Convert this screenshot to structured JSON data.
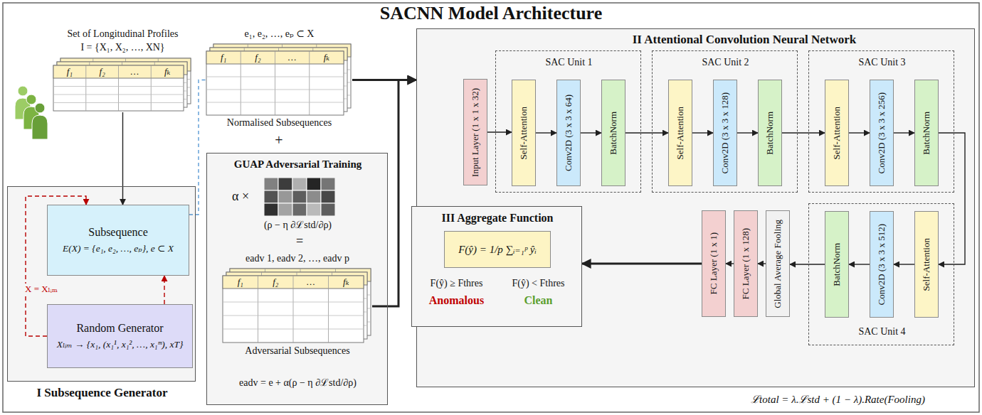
{
  "diagram": {
    "title": "SACNN Model Architecture",
    "nodes": [
      {
        "text": [
          "Set of Longitudinal Profiles",
          "I = {X₁, X₂, …, XN}",
          "f₁",
          "f₂",
          "…",
          "fₖ"
        ]
      },
      {
        "text": [
          "I Subsequence Generator"
        ]
      },
      {
        "text": [
          "Subsequence",
          "E(X) = {e₁, e₂, …, eₚ}, e ⊂ X"
        ],
        "in": 1
      },
      {
        "text": [
          "Random Generator",
          "Xₗᵢₘ → {x₁, (x₁¹, x₁², …, x₁ᵐ), xT}"
        ],
        "in": 1
      },
      {
        "text": [
          "e₁, e₂, …, eₚ ⊂ X",
          "f₁",
          "f₂",
          "…",
          "fₖ",
          "Normalised Subsequences"
        ]
      },
      {
        "text": [
          "GUAP Adversarial Training",
          "α ×",
          "(ρ − η ∂ℒstd/∂ρ)",
          "=",
          "eadv = e + α(ρ − η ∂ℒstd/∂ρ)"
        ]
      },
      {
        "text": [
          "eadv 1, eadv 2, …, eadv p",
          "f₁",
          "f₂",
          "…",
          "fₖ",
          "Adversarial Subsequences"
        ],
        "in": 5
      },
      {
        "text": [
          "II Attentional Convolution Neural Network"
        ]
      },
      {
        "text": [
          "Input Layer (1 x 1 x 32)"
        ],
        "in": 7
      },
      {
        "text": [
          "SAC Unit 1"
        ],
        "in": 7
      },
      {
        "text": [
          "Self-Attention"
        ],
        "in": 9
      },
      {
        "text": [
          "Conv2D (3 x 3 x 64)"
        ],
        "in": 9
      },
      {
        "text": [
          "BatchNorm"
        ],
        "in": 9
      },
      {
        "text": [
          "SAC Unit 2"
        ],
        "in": 7
      },
      {
        "text": [
          "Self-Attention"
        ],
        "in": 13
      },
      {
        "text": [
          "Conv2D (3 x 3 x 128)"
        ],
        "in": 13
      },
      {
        "text": [
          "BatchNorm"
        ],
        "in": 13
      },
      {
        "text": [
          "SAC Unit 3"
        ],
        "in": 7
      },
      {
        "text": [
          "Self-Attention"
        ],
        "in": 17
      },
      {
        "text": [
          "Conv2D (3 x 3 x 256)"
        ],
        "in": 17
      },
      {
        "text": [
          "BatchNorm"
        ],
        "in": 17
      },
      {
        "text": [
          "SAC Unit 4"
        ],
        "in": 7
      },
      {
        "text": [
          "Self-Attention"
        ],
        "in": 21
      },
      {
        "text": [
          "Conv2D (3 x 3 x 512)"
        ],
        "in": 21
      },
      {
        "text": [
          "BatchNorm"
        ],
        "in": 21
      },
      {
        "text": [
          "Global Average Fooling"
        ],
        "in": 7
      },
      {
        "text": [
          "FC Layer (1 x 128)"
        ],
        "in": 7
      },
      {
        "text": [
          "FC Layer (1 x 1)"
        ],
        "in": 7
      },
      {
        "text": [
          "III Aggregate Function",
          "F(ŷ) ≥ Fthres",
          "Anomalous",
          "F(ŷ) < Fthres",
          "Clean"
        ]
      },
      {
        "text": [
          "F(ŷ) = 1/p ∑ᵢ₌₁ᵖ ŷᵢ"
        ],
        "in": 28
      }
    ],
    "edges": [
      {
        "from": 0,
        "to": 2,
        "arrow": "to"
      },
      {
        "from": 3,
        "to": 2,
        "label": "X = Xₗᵢₘ",
        "arrow": "to"
      },
      {
        "from": 3,
        "to": 2,
        "arrow": "to"
      },
      {
        "from": 2,
        "to": 4,
        "arrow": "none"
      },
      {
        "from": 4,
        "to": 7,
        "arrow": "to"
      },
      {
        "from": 6,
        "to": 7,
        "arrow": "to"
      },
      {
        "from": 8,
        "to": 10,
        "arrow": "to"
      },
      {
        "from": 10,
        "to": 11,
        "arrow": "to"
      },
      {
        "from": 11,
        "to": 12,
        "arrow": "to"
      },
      {
        "from": 12,
        "to": 14,
        "arrow": "to"
      },
      {
        "from": 14,
        "to": 15,
        "arrow": "to"
      },
      {
        "from": 15,
        "to": 16,
        "arrow": "to"
      },
      {
        "from": 16,
        "to": 18,
        "arrow": "to"
      },
      {
        "from": 18,
        "to": 19,
        "arrow": "to"
      },
      {
        "from": 19,
        "to": 20,
        "arrow": "to"
      },
      {
        "from": 20,
        "to": 22,
        "arrow": "to"
      },
      {
        "from": 22,
        "to": 23,
        "arrow": "to"
      },
      {
        "from": 23,
        "to": 24,
        "arrow": "to"
      },
      {
        "from": 24,
        "to": 25,
        "arrow": "to"
      },
      {
        "from": 25,
        "to": 26,
        "arrow": "to"
      },
      {
        "from": 26,
        "to": 27,
        "arrow": "to"
      },
      {
        "from": 27,
        "to": 28,
        "arrow": "to"
      }
    ],
    "labels": [
      "+",
      "ℒtotal = λ.ℒstd + (1 − λ).Rate(Fooling)"
    ]
  }
}
